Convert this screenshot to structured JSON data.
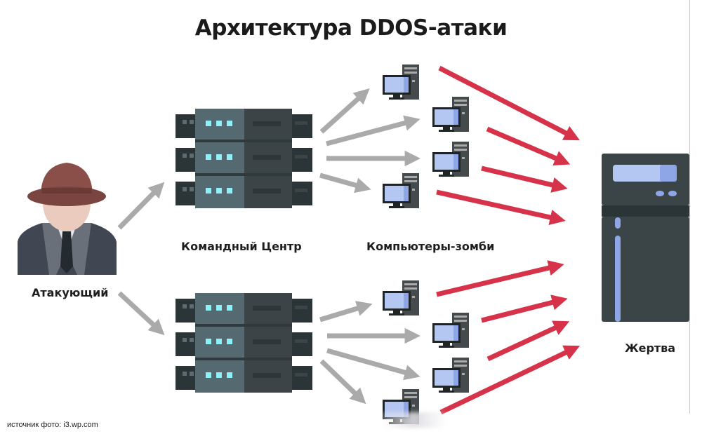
{
  "title": "Архитектура DDOS-атаки",
  "labels": {
    "attacker": "Атакующий",
    "command_center": "Командный Центр",
    "zombies": "Компьютеры-зомби",
    "victim": "Жертва"
  },
  "source": "источник фото: i3.wp.com",
  "colors": {
    "gray_arrow": "#aaaaaa",
    "red_arrow": "#d6334a",
    "server_light": "#546a70",
    "server_dark": "#3c4447",
    "server_back": "#2b3436",
    "server_led": "#8ff0f6",
    "victim_body": "#3b4547",
    "victim_accent": "#8fa6e6",
    "monitor_screen": "#b4c6f2",
    "hat": "#8a4f48",
    "face": "#ebcbbd",
    "suit": "#404652"
  },
  "nodes": {
    "attacker": {
      "name": "Атакующий",
      "icon": "spy-hat-icon"
    },
    "command_servers": [
      {
        "name": "command-server-top"
      },
      {
        "name": "command-server-bottom"
      }
    ],
    "zombie_computers_count": 8,
    "victim": {
      "name": "Жертва",
      "icon": "server-tower-icon"
    }
  }
}
